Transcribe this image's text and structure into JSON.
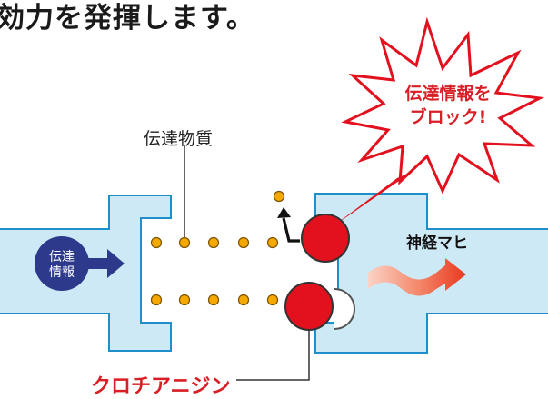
{
  "headline": "効力を発揮します。",
  "burst": {
    "line1": "伝達情報を",
    "line2": "ブロック!"
  },
  "labels": {
    "transmitter": "伝達物質",
    "nerve_paralysis": "神経マヒ",
    "clostridin": "クロチアニジン"
  },
  "signal_circle": {
    "line1": "伝達",
    "line2": "情報"
  },
  "colors": {
    "cell_fill": "#cde9f6",
    "cell_stroke": "#1f8fc9",
    "dot_fill": "#f5a800",
    "dot_stroke": "#7a5200",
    "receptor_red": "#e3101e",
    "burst_red": "#e3101e",
    "arrow_navy": "#2d3a8c",
    "wave_red": "#f26a4f"
  },
  "icons": {
    "signal_arrow": "arrow-right-icon",
    "release_arrow": "bent-arrow-icon",
    "wave_arrow": "wavy-arrow-icon"
  }
}
